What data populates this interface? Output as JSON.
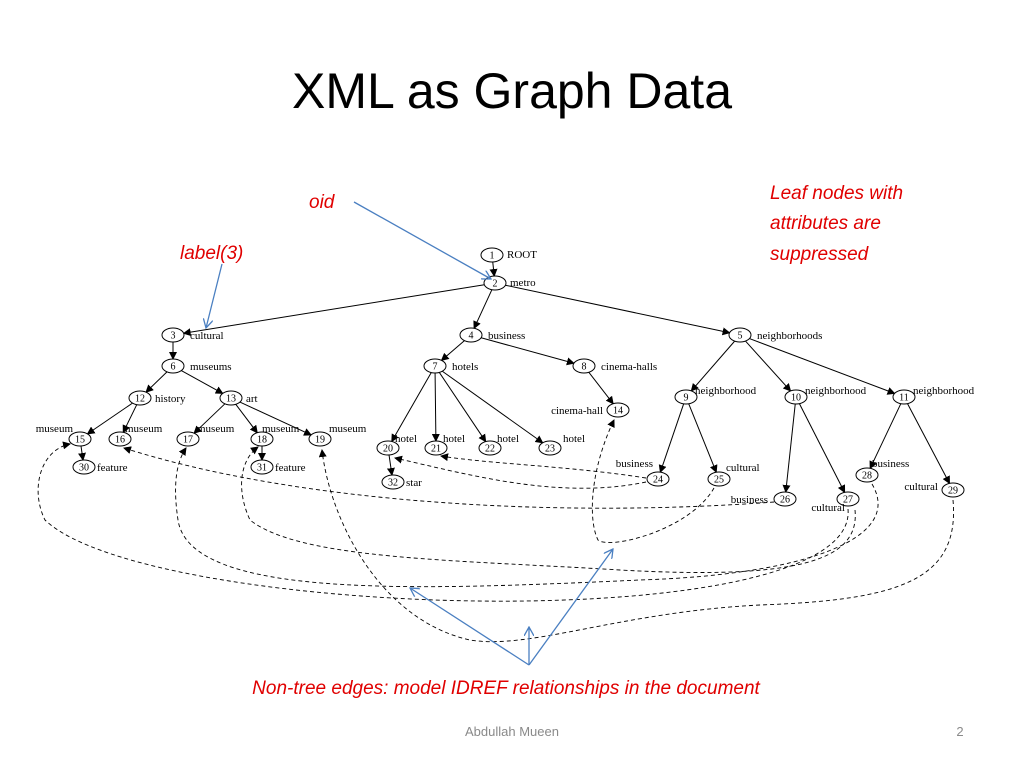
{
  "slide": {
    "title": "XML as Graph Data",
    "author": "Abdullah Mueen",
    "page_number": "2"
  },
  "annotations": {
    "oid": "oid",
    "label": "label(3)",
    "leaf_note": [
      "Leaf nodes with",
      "attributes are",
      "suppressed"
    ],
    "nontree_note": "Non-tree edges: model IDREF relationships in the document"
  },
  "colors": {
    "annotation_text": "#e00000",
    "callout_line": "#4a7fc1",
    "footer_text": "#8a8a8a"
  },
  "graph": {
    "nodes": [
      {
        "id": "1",
        "label": "ROOT"
      },
      {
        "id": "2",
        "label": "metro"
      },
      {
        "id": "3",
        "label": "cultural"
      },
      {
        "id": "4",
        "label": "business"
      },
      {
        "id": "5",
        "label": "neighborhoods"
      },
      {
        "id": "6",
        "label": "museums"
      },
      {
        "id": "7",
        "label": "hotels"
      },
      {
        "id": "8",
        "label": "cinema-halls"
      },
      {
        "id": "9",
        "label": "neighborhood"
      },
      {
        "id": "10",
        "label": "neighborhood"
      },
      {
        "id": "11",
        "label": "neighborhood"
      },
      {
        "id": "12",
        "label": "history"
      },
      {
        "id": "13",
        "label": "art"
      },
      {
        "id": "14",
        "label": "cinema-hall"
      },
      {
        "id": "15",
        "label": "museum"
      },
      {
        "id": "16",
        "label": "museum"
      },
      {
        "id": "17",
        "label": "museum"
      },
      {
        "id": "18",
        "label": "museum"
      },
      {
        "id": "19",
        "label": "museum"
      },
      {
        "id": "20",
        "label": "hotel"
      },
      {
        "id": "21",
        "label": "hotel"
      },
      {
        "id": "22",
        "label": "hotel"
      },
      {
        "id": "23",
        "label": "hotel"
      },
      {
        "id": "24",
        "label": "business"
      },
      {
        "id": "25",
        "label": "cultural"
      },
      {
        "id": "26",
        "label": "business"
      },
      {
        "id": "27",
        "label": "cultural"
      },
      {
        "id": "28",
        "label": "business"
      },
      {
        "id": "29",
        "label": "cultural"
      },
      {
        "id": "30",
        "label": "feature"
      },
      {
        "id": "31",
        "label": "feature"
      },
      {
        "id": "32",
        "label": "star"
      }
    ],
    "tree_edges": [
      [
        "1",
        "2"
      ],
      [
        "2",
        "3"
      ],
      [
        "2",
        "4"
      ],
      [
        "2",
        "5"
      ],
      [
        "3",
        "6"
      ],
      [
        "6",
        "12"
      ],
      [
        "6",
        "13"
      ],
      [
        "12",
        "15"
      ],
      [
        "12",
        "16"
      ],
      [
        "13",
        "17"
      ],
      [
        "13",
        "18"
      ],
      [
        "13",
        "19"
      ],
      [
        "15",
        "30"
      ],
      [
        "18",
        "31"
      ],
      [
        "4",
        "7"
      ],
      [
        "4",
        "8"
      ],
      [
        "7",
        "20"
      ],
      [
        "7",
        "21"
      ],
      [
        "7",
        "22"
      ],
      [
        "7",
        "23"
      ],
      [
        "20",
        "32"
      ],
      [
        "8",
        "14"
      ],
      [
        "5",
        "9"
      ],
      [
        "5",
        "10"
      ],
      [
        "5",
        "11"
      ],
      [
        "9",
        "24"
      ],
      [
        "9",
        "25"
      ],
      [
        "10",
        "26"
      ],
      [
        "10",
        "27"
      ],
      [
        "11",
        "28"
      ],
      [
        "11",
        "29"
      ]
    ],
    "nontree_edges": [
      [
        "24",
        "20"
      ],
      [
        "24",
        "21"
      ],
      [
        "26",
        "16"
      ],
      [
        "25",
        "14"
      ],
      [
        "27",
        "15"
      ],
      [
        "28",
        "17"
      ],
      [
        "29",
        "19"
      ],
      [
        "27",
        "18"
      ]
    ]
  }
}
